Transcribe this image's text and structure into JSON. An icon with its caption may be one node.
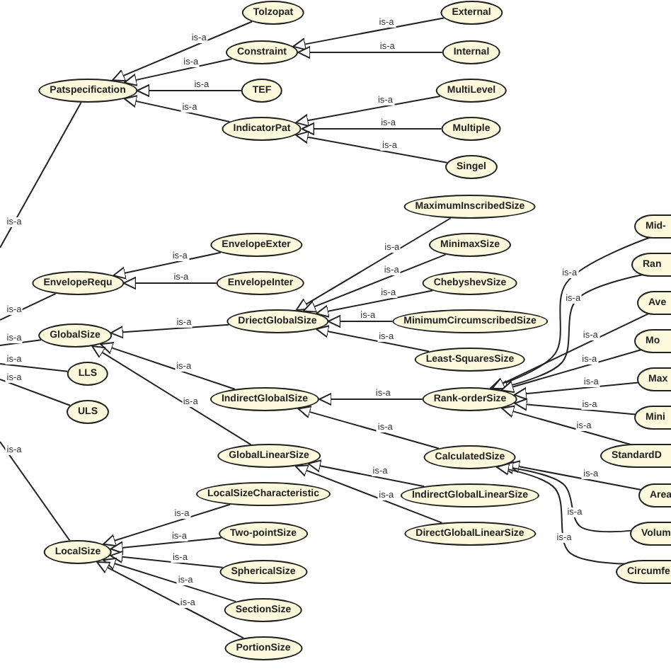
{
  "diagram": {
    "nodes": [
      {
        "text": [
          "Patspecification"
        ]
      },
      {
        "text": [
          "Tolzopat"
        ]
      },
      {
        "text": [
          "Constraint"
        ]
      },
      {
        "text": [
          "TEF"
        ]
      },
      {
        "text": [
          "IndicatorPat"
        ]
      },
      {
        "text": [
          "External"
        ]
      },
      {
        "text": [
          "Internal"
        ]
      },
      {
        "text": [
          "MultiLevel"
        ]
      },
      {
        "text": [
          "Multiple"
        ]
      },
      {
        "text": [
          "Singel"
        ]
      },
      {
        "text": [
          "EnvelopeExter"
        ]
      },
      {
        "text": [
          "EnvelopeRequ"
        ]
      },
      {
        "text": [
          "EnvelopeInter"
        ]
      },
      {
        "text": [
          "MaximumInscribedSize"
        ]
      },
      {
        "text": [
          "MinimaxSize"
        ]
      },
      {
        "text": [
          "DriectGlobalSize"
        ]
      },
      {
        "text": [
          "ChebyshevSize"
        ]
      },
      {
        "text": [
          "MinimumCircumscribedSize"
        ]
      },
      {
        "text": [
          "Least-SquaresSize"
        ]
      },
      {
        "text": [
          "GlobalSize"
        ]
      },
      {
        "text": [
          "LLS"
        ]
      },
      {
        "text": [
          "ULS"
        ]
      },
      {
        "text": [
          "IndirectGlobalSize"
        ]
      },
      {
        "text": [
          "Rank-orderSize"
        ]
      },
      {
        "text": [
          "Mid-"
        ]
      },
      {
        "text": [
          "Ran"
        ]
      },
      {
        "text": [
          "Ave"
        ]
      },
      {
        "text": [
          "Mo"
        ]
      },
      {
        "text": [
          "Max"
        ]
      },
      {
        "text": [
          "Mini"
        ]
      },
      {
        "text": [
          "StandardD"
        ]
      },
      {
        "text": [
          "GlobalLinearSize"
        ]
      },
      {
        "text": [
          "CalculatedSize"
        ]
      },
      {
        "text": [
          "LocalSizeCharacteristic"
        ]
      },
      {
        "text": [
          "Area"
        ]
      },
      {
        "text": [
          "IndirectGlobalLinearSize"
        ]
      },
      {
        "text": [
          "Two-pointSize"
        ]
      },
      {
        "text": [
          "LocalSize"
        ]
      },
      {
        "text": [
          "Volum"
        ]
      },
      {
        "text": [
          "DirectGlobalLinearSize"
        ]
      },
      {
        "text": [
          "SphericalSize"
        ]
      },
      {
        "text": [
          "Circumfe"
        ]
      },
      {
        "text": [
          "SectionSize"
        ]
      },
      {
        "text": [
          "PortionSize"
        ]
      }
    ],
    "edges": [
      {
        "from": 1,
        "to": 0,
        "arrow": "to",
        "label": "is-a"
      },
      {
        "from": 2,
        "to": 0,
        "arrow": "to",
        "label": "is-a"
      },
      {
        "from": 3,
        "to": 0,
        "arrow": "to",
        "label": "is-a"
      },
      {
        "from": 4,
        "to": 0,
        "arrow": "to",
        "label": "is-a"
      },
      {
        "from": 5,
        "to": 2,
        "arrow": "to",
        "label": "is-a"
      },
      {
        "from": 6,
        "to": 2,
        "arrow": "to",
        "label": "is-a"
      },
      {
        "from": 7,
        "to": 4,
        "arrow": "to",
        "label": "is-a"
      },
      {
        "from": 8,
        "to": 4,
        "arrow": "to",
        "label": "is-a"
      },
      {
        "from": 9,
        "to": 4,
        "arrow": "to",
        "label": "is-a"
      },
      {
        "from": 10,
        "to": 11,
        "arrow": "to",
        "label": "is-a"
      },
      {
        "from": 12,
        "to": 11,
        "arrow": "to",
        "label": "is-a"
      },
      {
        "from": 13,
        "to": 15,
        "arrow": "to",
        "label": "is-a"
      },
      {
        "from": 14,
        "to": 15,
        "arrow": "to",
        "label": "is-a"
      },
      {
        "from": 16,
        "to": 15,
        "arrow": "to",
        "label": "is-a"
      },
      {
        "from": 17,
        "to": 15,
        "arrow": "to",
        "label": "is-a"
      },
      {
        "from": 18,
        "to": 15,
        "arrow": "to",
        "label": "is-a"
      },
      {
        "from": 15,
        "to": 19,
        "arrow": "to",
        "label": "is-a"
      },
      {
        "from": 22,
        "to": 19,
        "arrow": "to",
        "label": "is-a"
      },
      {
        "from": 31,
        "to": 19,
        "arrow": "to",
        "label": "is-a"
      },
      {
        "from": 23,
        "to": 22,
        "arrow": "to",
        "label": "is-a"
      },
      {
        "from": 32,
        "to": 22,
        "arrow": "to",
        "label": "is-a"
      },
      {
        "from": 24,
        "to": 23,
        "arrow": "to",
        "label": "is-a"
      },
      {
        "from": 25,
        "to": 23,
        "arrow": "to",
        "label": "is-a"
      },
      {
        "from": 26,
        "to": 23,
        "arrow": "to",
        "label": "is-a"
      },
      {
        "from": 27,
        "to": 23,
        "arrow": "to",
        "label": "is-a"
      },
      {
        "from": 28,
        "to": 23,
        "arrow": "to",
        "label": "is-a"
      },
      {
        "from": 29,
        "to": 23,
        "arrow": "to",
        "label": "is-a"
      },
      {
        "from": 30,
        "to": 23,
        "arrow": "to",
        "label": "is-a"
      },
      {
        "from": 35,
        "to": 31,
        "arrow": "to",
        "label": "is-a"
      },
      {
        "from": 39,
        "to": 31,
        "arrow": "to",
        "label": "is-a"
      },
      {
        "from": 34,
        "to": 32,
        "arrow": "to",
        "label": "is-a"
      },
      {
        "from": 38,
        "to": 32,
        "arrow": "to",
        "label": "is-a"
      },
      {
        "from": 41,
        "to": 32,
        "arrow": "to",
        "label": "is-a"
      },
      {
        "from": 33,
        "to": 37,
        "arrow": "to",
        "label": "is-a"
      },
      {
        "from": 36,
        "to": 37,
        "arrow": "to",
        "label": "is-a"
      },
      {
        "from": 40,
        "to": 37,
        "arrow": "to",
        "label": "is-a"
      },
      {
        "from": 42,
        "to": 37,
        "arrow": "to",
        "label": "is-a"
      },
      {
        "from": 43,
        "to": 37,
        "arrow": "to",
        "label": "is-a"
      },
      {
        "from": 0,
        "to": null,
        "arrow": "none",
        "label": "is-a"
      },
      {
        "from": 11,
        "to": null,
        "arrow": "none",
        "label": "is-a"
      },
      {
        "from": 19,
        "to": null,
        "arrow": "none",
        "label": "is-a"
      },
      {
        "from": 20,
        "to": null,
        "arrow": "none",
        "label": "is-a"
      },
      {
        "from": 21,
        "to": null,
        "arrow": "none",
        "label": "is-a"
      },
      {
        "from": 37,
        "to": null,
        "arrow": "none",
        "label": "is-a"
      }
    ]
  }
}
